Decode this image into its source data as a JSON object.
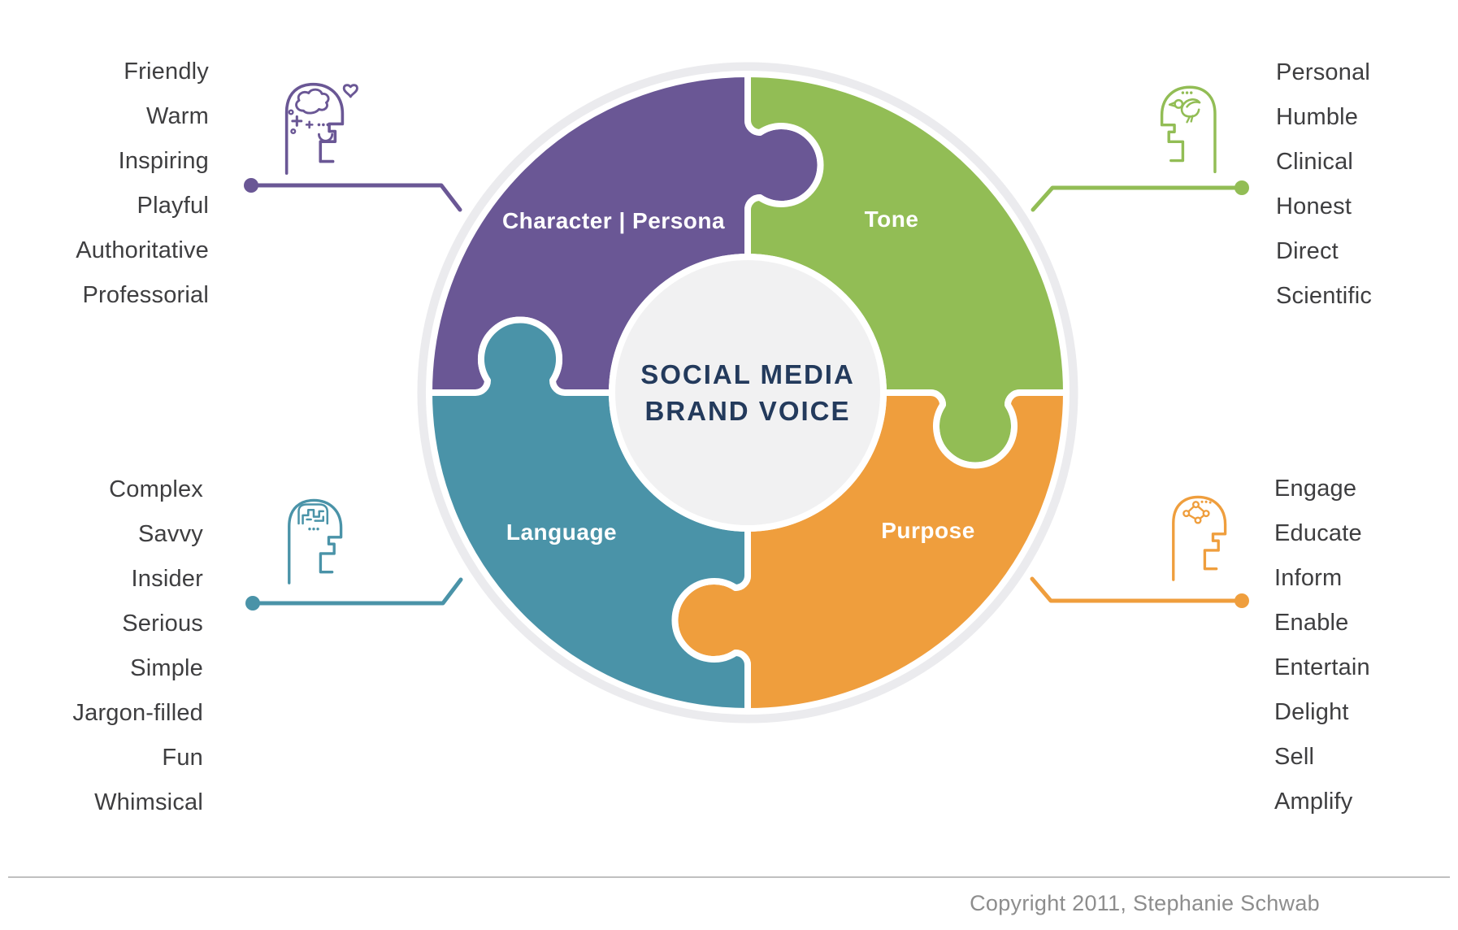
{
  "title": {
    "line1": "SOCIAL MEDIA",
    "line2": "BRAND VOICE",
    "color": "#233a5c"
  },
  "quadrants": {
    "character": {
      "label": "Character | Persona",
      "color": "#6a5795",
      "icon": "head-brain-heart-icon",
      "traits": [
        "Friendly",
        "Warm",
        "Inspiring",
        "Playful",
        "Authoritative",
        "Professorial"
      ]
    },
    "tone": {
      "label": "Tone",
      "color": "#92bd55",
      "icon": "head-dove-icon",
      "traits": [
        "Personal",
        "Humble",
        "Clinical",
        "Honest",
        "Direct",
        "Scientific"
      ]
    },
    "language": {
      "label": "Language",
      "color": "#4a93a8",
      "icon": "head-maze-icon",
      "traits": [
        "Complex",
        "Savvy",
        "Insider",
        "Serious",
        "Simple",
        "Jargon-filled",
        "Fun",
        "Whimsical"
      ]
    },
    "purpose": {
      "label": "Purpose",
      "color": "#ef9e3d",
      "icon": "head-network-icon",
      "traits": [
        "Engage",
        "Educate",
        "Inform",
        "Enable",
        "Entertain",
        "Delight",
        "Sell",
        "Amplify"
      ]
    }
  },
  "wheel": {
    "inner_circle_color": "#f1f1f2",
    "outer_ring_color": "#ebebee",
    "seam_color": "#ffffff"
  },
  "footer": {
    "copyright": "Copyright 2011, Stephanie Schwab"
  }
}
